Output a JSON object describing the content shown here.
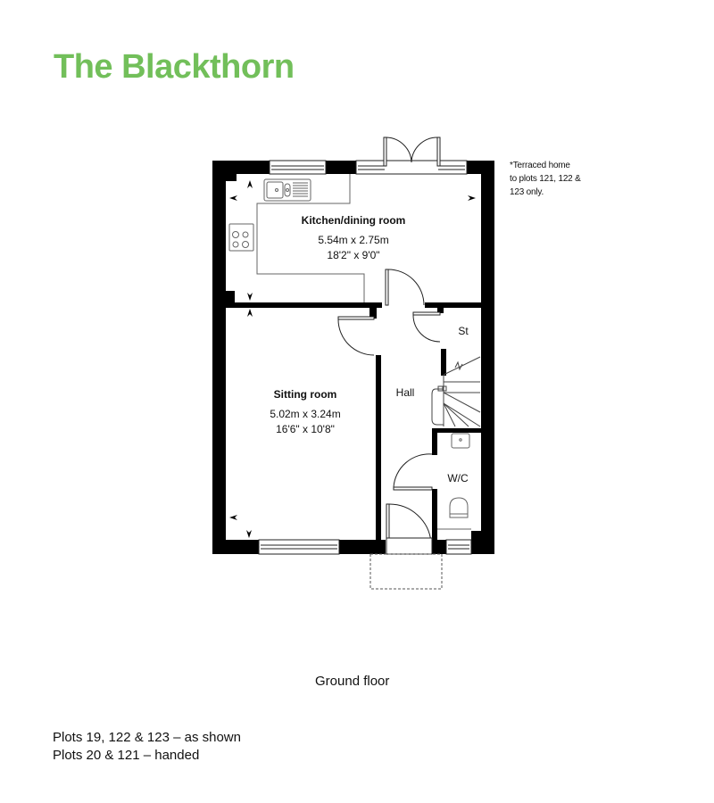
{
  "header": {
    "title": "The Blackthorn",
    "title_color": "#72bf5a"
  },
  "note": {
    "line1": "*Terraced home",
    "line2": "to plots 121, 122 &",
    "line3": "123 only."
  },
  "rooms": [
    {
      "name": "Kitchen/dining room",
      "metric": "5.54m x 2.75m",
      "imperial": "18'2\" x 9'0\""
    },
    {
      "name": "Sitting room",
      "metric": "5.02m x 3.24m",
      "imperial": "16'6\" x 10'8\""
    },
    {
      "name": "Hall"
    },
    {
      "name": "St"
    },
    {
      "name": "W/C"
    }
  ],
  "floor_label": "Ground floor",
  "plots": {
    "line1": "Plots 19, 122 & 123 – as shown",
    "line2": "Plots 20 & 121 – handed"
  },
  "colors": {
    "wall": "#000000",
    "fixture_line": "#555555",
    "background": "#ffffff"
  }
}
